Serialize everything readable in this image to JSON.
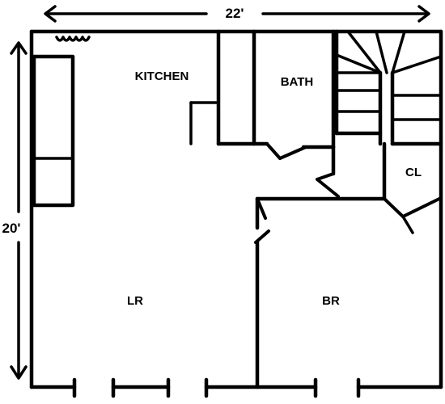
{
  "dimensions": {
    "width_label": "22'",
    "height_label": "20'"
  },
  "rooms": {
    "kitchen": "KITCHEN",
    "bath": "BATH",
    "closet": "CL",
    "living_room": "LR",
    "bedroom": "BR"
  }
}
